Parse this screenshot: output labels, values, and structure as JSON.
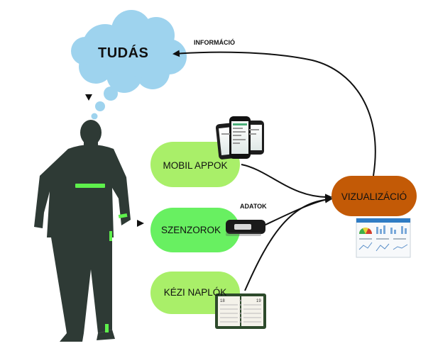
{
  "knowledge": {
    "label": "TUDÁS"
  },
  "info_label": "INFORMÁCIÓ",
  "data_label": "ADATOK",
  "sources": [
    {
      "label": "MOBIL APPOK",
      "icon": "smartphones-icon"
    },
    {
      "label": "SZENZOROK",
      "icon": "usb-sensor-icon"
    },
    {
      "label": "KÉZI NAPLÓK",
      "icon": "notebook-icon"
    }
  ],
  "visualization": {
    "label": "VIZUALIZÁCIÓ",
    "icon": "dashboard-icon"
  },
  "notebook_page_numbers": [
    "18",
    "19"
  ],
  "colors": {
    "cloud": "#9ed3ee",
    "pill": "#a9ef69",
    "pill_active": "#68f061",
    "visualization": "#c35a06",
    "person": "#2e3a35",
    "stripe": "#5ef04c"
  }
}
